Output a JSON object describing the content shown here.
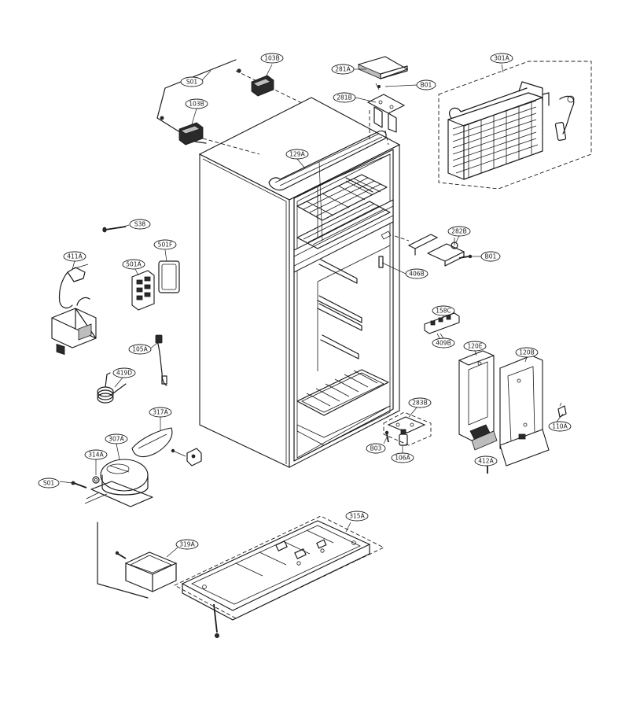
{
  "callouts": [
    {
      "id": "S01",
      "text": "S01"
    },
    {
      "id": "103B_top",
      "text": "103B"
    },
    {
      "id": "103B_left",
      "text": "103B"
    },
    {
      "id": "281A",
      "text": "281A"
    },
    {
      "id": "B01_top",
      "text": "B01"
    },
    {
      "id": "281B",
      "text": "281B"
    },
    {
      "id": "301A",
      "text": "301A"
    },
    {
      "id": "129A",
      "text": "129A"
    },
    {
      "id": "S38",
      "text": "S38"
    },
    {
      "id": "411A",
      "text": "411A"
    },
    {
      "id": "501A",
      "text": "501A"
    },
    {
      "id": "501F",
      "text": "501F"
    },
    {
      "id": "282B",
      "text": "282B"
    },
    {
      "id": "B01_mid",
      "text": "B01"
    },
    {
      "id": "406B",
      "text": "406B"
    },
    {
      "id": "158C",
      "text": "158C"
    },
    {
      "id": "409B",
      "text": "409B"
    },
    {
      "id": "105A",
      "text": "105A"
    },
    {
      "id": "120E",
      "text": "120E"
    },
    {
      "id": "120B",
      "text": "120B"
    },
    {
      "id": "419D",
      "text": "419D"
    },
    {
      "id": "317A",
      "text": "317A"
    },
    {
      "id": "283B",
      "text": "283B"
    },
    {
      "id": "110A",
      "text": "110A"
    },
    {
      "id": "307A",
      "text": "307A"
    },
    {
      "id": "314A",
      "text": "314A"
    },
    {
      "id": "B03",
      "text": "B03"
    },
    {
      "id": "106A",
      "text": "106A"
    },
    {
      "id": "412A",
      "text": "412A"
    },
    {
      "id": "S01_low",
      "text": "S01"
    },
    {
      "id": "315A",
      "text": "315A"
    },
    {
      "id": "319A",
      "text": "319A"
    }
  ]
}
